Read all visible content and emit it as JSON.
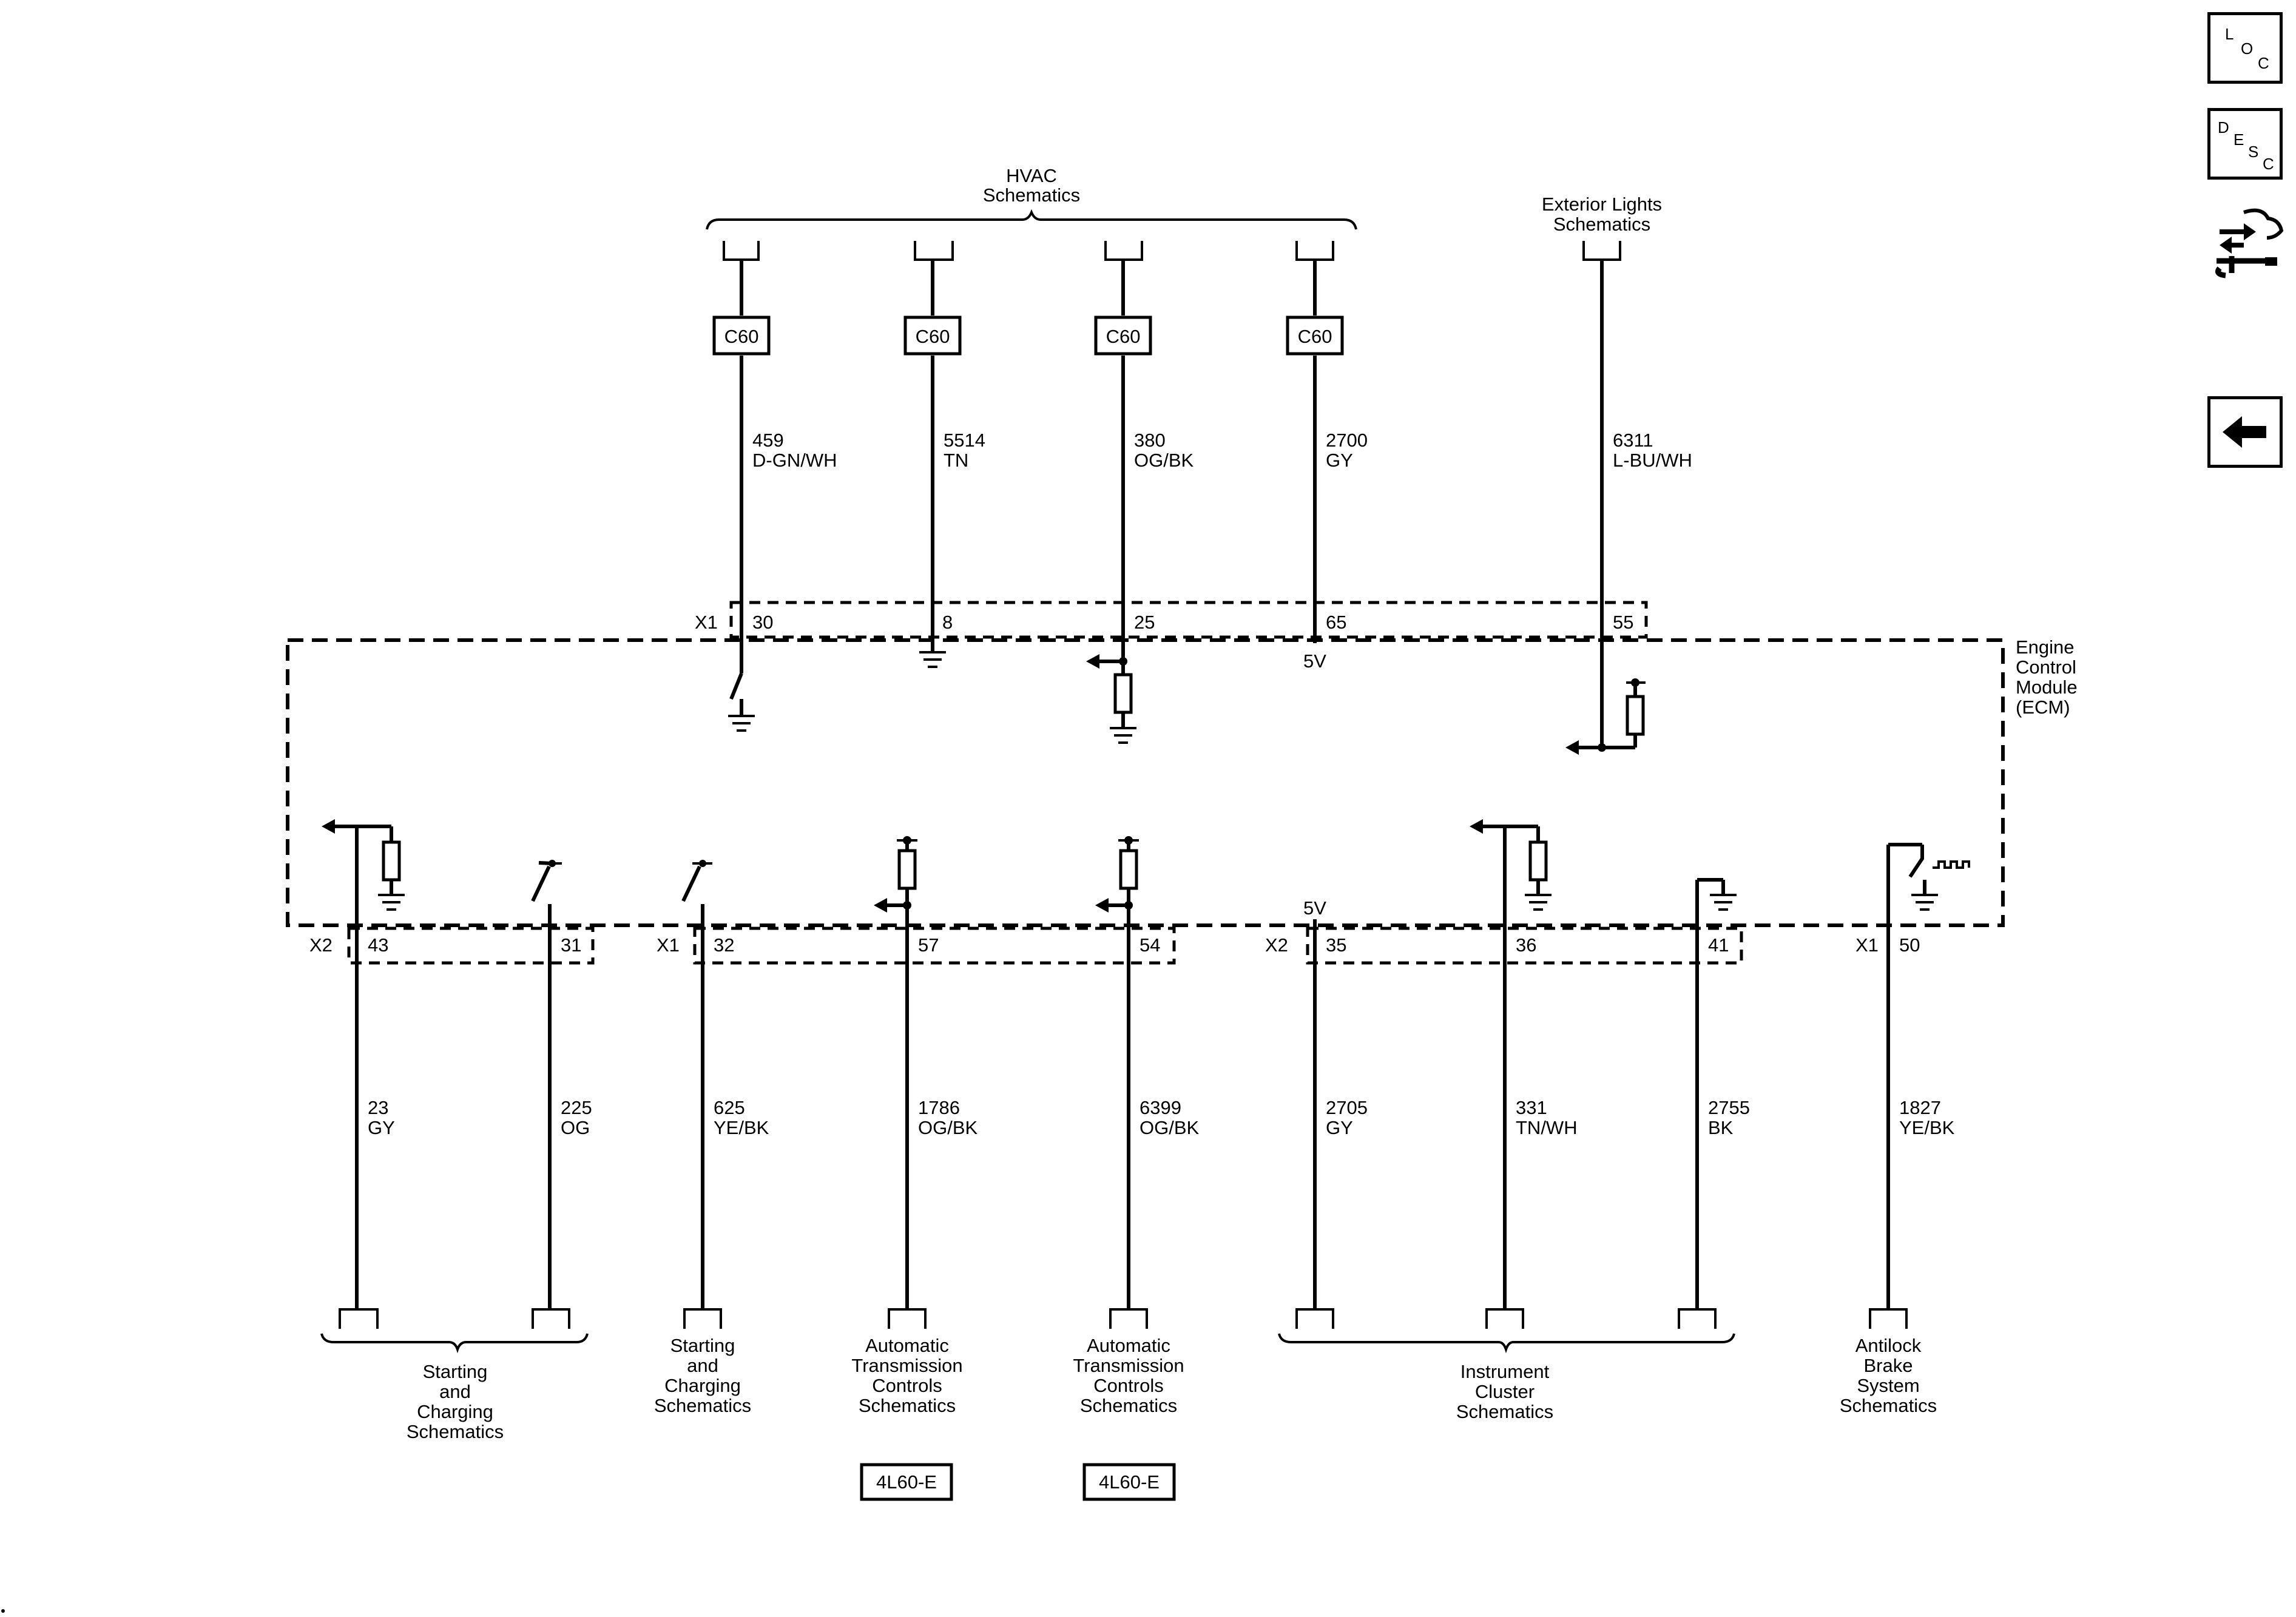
{
  "nav": {
    "loc": {
      "l1": "L",
      "l2": "O",
      "l3": "C"
    },
    "desc": {
      "l1": "D",
      "l2": "E",
      "l3": "S",
      "l4": "C"
    },
    "icons": [
      "loc-icon",
      "desc-icon",
      "connector-repair-icon",
      "back-arrow-icon"
    ]
  },
  "top": {
    "hvac_line1": "HVAC",
    "hvac_line2": "Schematics",
    "ext_line1": "Exterior Lights",
    "ext_line2": "Schematics"
  },
  "top_wires": [
    {
      "connector": "C60",
      "circuit": "459",
      "color": "D-GN/WH",
      "pin": "30"
    },
    {
      "connector": "C60",
      "circuit": "5514",
      "color": "TN",
      "pin": "8"
    },
    {
      "connector": "C60",
      "circuit": "380",
      "color": "OG/BK",
      "pin": "25"
    },
    {
      "connector": "C60",
      "circuit": "2700",
      "color": "GY",
      "pin": "65",
      "supply": "5V"
    },
    {
      "connector": "",
      "circuit": "6311",
      "color": "L-BU/WH",
      "pin": "55"
    }
  ],
  "module": {
    "x1_top": "X1",
    "line1": "Engine",
    "line2": "Control",
    "line3": "Module",
    "line4": "(ECM)"
  },
  "bottom_wires": [
    {
      "group_conn": "X2",
      "pin": "43",
      "circuit": "23",
      "color": "GY"
    },
    {
      "group_conn": "",
      "pin": "31",
      "circuit": "225",
      "color": "OG"
    },
    {
      "group_conn": "X1",
      "pin": "32",
      "circuit": "625",
      "color": "YE/BK"
    },
    {
      "group_conn": "",
      "pin": "57",
      "circuit": "1786",
      "color": "OG/BK"
    },
    {
      "group_conn": "",
      "pin": "54",
      "circuit": "6399",
      "color": "OG/BK"
    },
    {
      "group_conn": "X2",
      "pin": "35",
      "circuit": "2705",
      "color": "GY",
      "supply": "5V"
    },
    {
      "group_conn": "",
      "pin": "36",
      "circuit": "331",
      "color": "TN/WH"
    },
    {
      "group_conn": "",
      "pin": "41",
      "circuit": "2755",
      "color": "BK"
    },
    {
      "group_conn": "X1",
      "pin": "50",
      "circuit": "1827",
      "color": "YE/BK"
    }
  ],
  "destinations": {
    "start_charge_1": [
      "Starting",
      "and",
      "Charging",
      "Schematics"
    ],
    "start_charge_2": [
      "Starting",
      "and",
      "Charging",
      "Schematics"
    ],
    "auto_trans_1": [
      "Automatic",
      "Transmission",
      "Controls",
      "Schematics"
    ],
    "auto_trans_2": [
      "Automatic",
      "Transmission",
      "Controls",
      "Schematics"
    ],
    "cluster": [
      "Instrument",
      "Cluster",
      "Schematics"
    ],
    "abs": [
      "Antilock",
      "Brake",
      "System",
      "Schematics"
    ]
  },
  "options": {
    "trans_1": "4L60-E",
    "trans_2": "4L60-E"
  }
}
